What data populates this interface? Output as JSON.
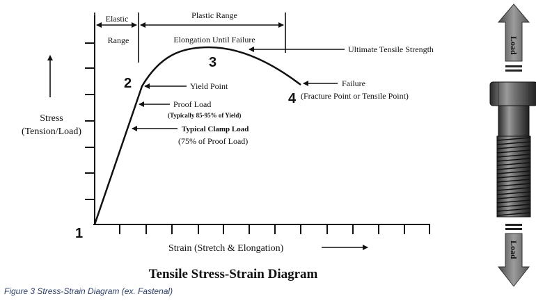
{
  "diagram": {
    "title": "Tensile Stress-Strain Diagram",
    "caption": "Figure 3  Stress-Strain Diagram (ex. Fastenal)",
    "y_axis_label_line1": "Stress",
    "y_axis_label_line2": "(Tension/Load)",
    "x_axis_label": "Strain (Stretch & Elongation)",
    "regions": {
      "elastic_line1": "Elastic",
      "elastic_line2": "Range",
      "plastic": "Plastic Range"
    },
    "points": {
      "p1": "1",
      "p2": "2",
      "p3": "3",
      "p4": "4"
    },
    "annotations": {
      "elongation": "Elongation Until Failure",
      "uts": "Ultimate Tensile Strength",
      "yield": "Yield Point",
      "proof_line1": "Proof Load",
      "proof_line2": "(Typically 85-95% of Yield)",
      "clamp_line1": "Typical Clamp Load",
      "clamp_line2": "(75% of Proof Load)",
      "failure_line1": "Failure",
      "failure_line2": "(Fracture Point or Tensile Point)"
    },
    "bolt": {
      "top_arrow_label": "Load",
      "bottom_arrow_label": "Load"
    }
  }
}
